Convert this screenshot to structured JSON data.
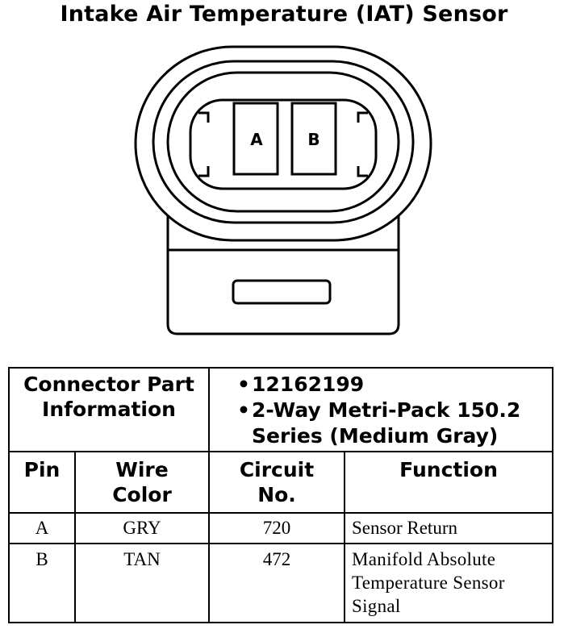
{
  "title": "Intake Air Temperature (IAT) Sensor",
  "connector": {
    "pin_a_label": "A",
    "pin_b_label": "B"
  },
  "connector_info": {
    "header": "Connector Part Information",
    "part_number_line": "12162199",
    "description_line1": "2-Way Metri-Pack 150.2",
    "description_line2": "Series (Medium Gray)"
  },
  "table": {
    "columns": [
      "Pin",
      "Wire Color",
      "Circuit No.",
      "Function"
    ],
    "rows": [
      {
        "pin": "A",
        "wire_color": "GRY",
        "circuit": "720",
        "function": "Sensor Return"
      },
      {
        "pin": "B",
        "wire_color": "TAN",
        "circuit": "472",
        "function_lines": [
          "Manifold Absolute",
          "Temperature Sensor",
          "Signal"
        ]
      }
    ]
  }
}
